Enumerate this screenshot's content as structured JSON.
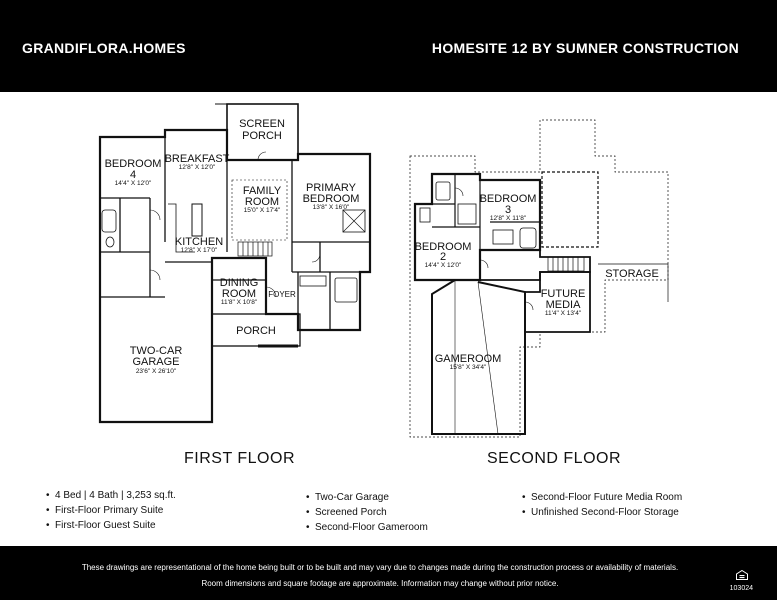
{
  "header": {
    "brand": "GRANDIFLORA.HOMES",
    "homesite": "HOMESITE 12 BY SUMNER CONSTRUCTION"
  },
  "floors": {
    "first": {
      "title": "FIRST FLOOR",
      "rooms": {
        "screen_porch": {
          "name_line1": "SCREEN",
          "name_line2": "PORCH"
        },
        "breakfast": {
          "name": "BREAKFAST",
          "dims": "12'8\" X 12'0\""
        },
        "bedroom4": {
          "name_line1": "BEDROOM",
          "name_line2": "4",
          "dims": "14'4\" X 12'0\""
        },
        "family_room": {
          "name_line1": "FAMILY",
          "name_line2": "ROOM",
          "dims": "15'0\" X 17'4\""
        },
        "primary_bedroom": {
          "name_line1": "PRIMARY",
          "name_line2": "BEDROOM",
          "dims": "13'8\" X 16'0\""
        },
        "kitchen": {
          "name": "KITCHEN",
          "dims": "12'8\" X 17'0\""
        },
        "dining_room": {
          "name_line1": "DINING",
          "name_line2": "ROOM",
          "dims": "11'8\" X 10'8\""
        },
        "foyer": {
          "name": "FOYER"
        },
        "porch": {
          "name": "PORCH"
        },
        "garage": {
          "name_line1": "TWO-CAR",
          "name_line2": "GARAGE",
          "dims": "23'6\" X 26'10\""
        }
      }
    },
    "second": {
      "title": "SECOND FLOOR",
      "rooms": {
        "bedroom3": {
          "name_line1": "BEDROOM",
          "name_line2": "3",
          "dims": "12'8\" X 11'8\""
        },
        "bedroom2": {
          "name_line1": "BEDROOM",
          "name_line2": "2",
          "dims": "14'4\" X 12'0\""
        },
        "storage": {
          "name": "STORAGE"
        },
        "future_media": {
          "name_line1": "FUTURE",
          "name_line2": "MEDIA",
          "dims": "11'4\" X 13'4\""
        },
        "gameroom": {
          "name": "GAMEROOM",
          "dims": "15'8\" X 34'4\""
        }
      }
    }
  },
  "features": {
    "col1": [
      "4 Bed  | 4 Bath | 3,253 sq.ft.",
      "First-Floor Primary Suite",
      "First-Floor Guest Suite"
    ],
    "col2": [
      "Two-Car Garage",
      "Screened Porch",
      "Second-Floor Gameroom"
    ],
    "col3": [
      "Second-Floor Future Media Room",
      "Unfinished Second-Floor Storage"
    ]
  },
  "footer": {
    "disclaimer_line1": "These drawings are representational of the home being built or to be built and may vary due to changes made during the construction process or availability of materials.",
    "disclaimer_line2": "Room dimensions and square footage are approximate. Information may change without prior notice.",
    "code": "103024",
    "logo_icon": "equal-housing-icon"
  }
}
